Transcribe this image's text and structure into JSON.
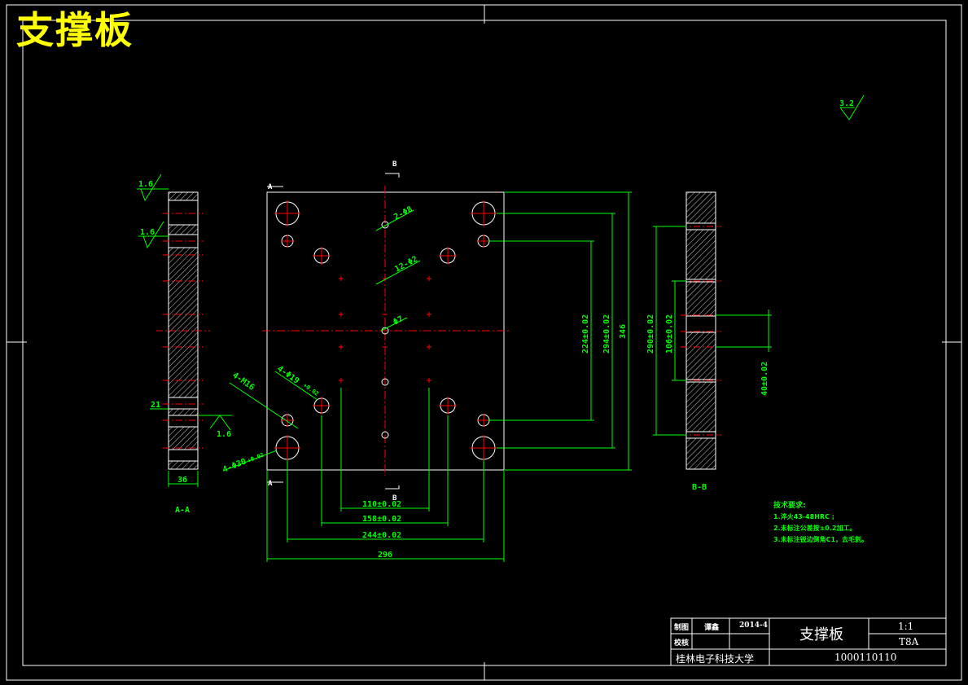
{
  "drawing": {
    "title_large": "支撑板",
    "roughness": {
      "global": "3.2",
      "a1": "1.6",
      "a2": "1.6",
      "a3": "1.6"
    },
    "section_marks": {
      "a": "A",
      "b": "B"
    },
    "view_labels": {
      "aa": "A-A",
      "bb": "B-B"
    },
    "hole_callouts": {
      "c1": "2-Φ8",
      "c2": "12-Φ2",
      "c3": "Φ7",
      "c4": "4-Φ19",
      "c4_tol": "+0.02",
      "c5": "4-M16",
      "c6": "4-Φ30",
      "c6_tol": "+0.02"
    },
    "dimensions": {
      "d110": "110±0.02",
      "d158": "158±0.02",
      "d244": "244±0.02",
      "d296": "296",
      "d224": "224±0.02",
      "d294": "294±0.02",
      "d346": "346",
      "d290": "290±0.02",
      "d106": "106±0.02",
      "d40": "40±0.02",
      "d36": "36",
      "d21": "21"
    },
    "notes": {
      "heading": "技术要求:",
      "items": [
        "1.淬火43-48HRC ;",
        "2.未标注公差按±0.2加工。",
        "3.未标注锐边倒角C1，去毛刺。"
      ]
    },
    "title_block": {
      "drawn_label": "制图",
      "drawn_name": "谭鑫",
      "date": "2014-4",
      "check_label": "校核",
      "part_name": "支撑板",
      "scale": "1:1",
      "material": "T8A",
      "school": "桂林电子科技大学",
      "drawing_no": "1000110110"
    },
    "colors": {
      "background": "#000000",
      "outline": "#ffffff",
      "dimension": "#00ff00",
      "center_line": "#ff0000",
      "title": "#ffff00"
    }
  }
}
